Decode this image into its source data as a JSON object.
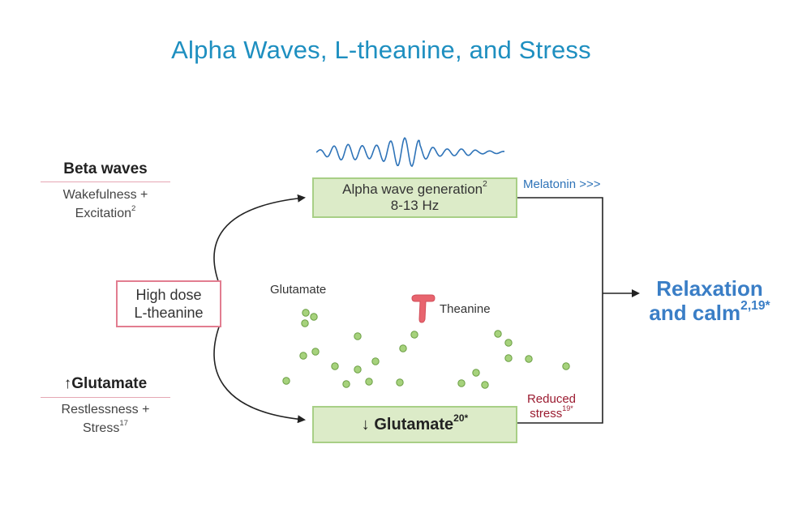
{
  "title": "Alpha Waves, L-theanine, and Stress",
  "alpha_box": {
    "line1": "Alpha wave generation",
    "line1_sup": "2",
    "line2": "8-13 Hz"
  },
  "glutamate_box": {
    "arrow": "↓",
    "label": "Glutamate",
    "sup": "20*"
  },
  "center_box": {
    "line1": "High dose",
    "line2": "L-theanine"
  },
  "beta": {
    "heading": "Beta waves",
    "line1": "Wakefulness +",
    "line2": "Excitation",
    "sup": "2"
  },
  "glutamate_side": {
    "arrow": "↑",
    "heading": "Glutamate",
    "line1": "Restlessness +",
    "line2": "Stress",
    "sup": "17"
  },
  "melatonin": "Melatonin >>>",
  "reduced": {
    "line1": "Reduced",
    "line2": "stress",
    "sup": "19*"
  },
  "relaxation": {
    "line1": "Relaxation",
    "line2": "and calm",
    "sup": "2,19*"
  },
  "labels": {
    "glutamate": "Glutamate",
    "theanine": "Theanine"
  },
  "colors": {
    "title": "#1e8fc0",
    "green_box_fill": "#dcebc8",
    "green_box_border": "#a8cf86",
    "pink_border": "#e27d90",
    "dot_fill": "#a6d27c",
    "dot_stroke": "#6a9e43",
    "theanine_red": "#e8646e",
    "wave_blue": "#2e73b8",
    "relax_blue": "#3a7ec6",
    "reduced_red": "#9b1b30"
  },
  "icons": {
    "theanine_molecule": "t-shaped-molecule-icon",
    "glutamate_particles": "dot-icon"
  }
}
